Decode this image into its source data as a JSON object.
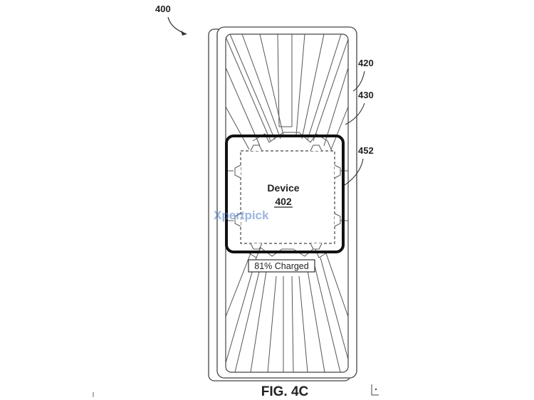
{
  "figure_number": "400",
  "labels": {
    "housing": "420",
    "surface": "430",
    "ring": "452"
  },
  "device": {
    "title": "Device",
    "number": "402"
  },
  "status_badge": "81% Charged",
  "caption": "FIG. 4C",
  "watermark": "Xpertpick",
  "colors": {
    "line": "#333333",
    "ring": "#111111",
    "watermark": "#4a78c8"
  }
}
